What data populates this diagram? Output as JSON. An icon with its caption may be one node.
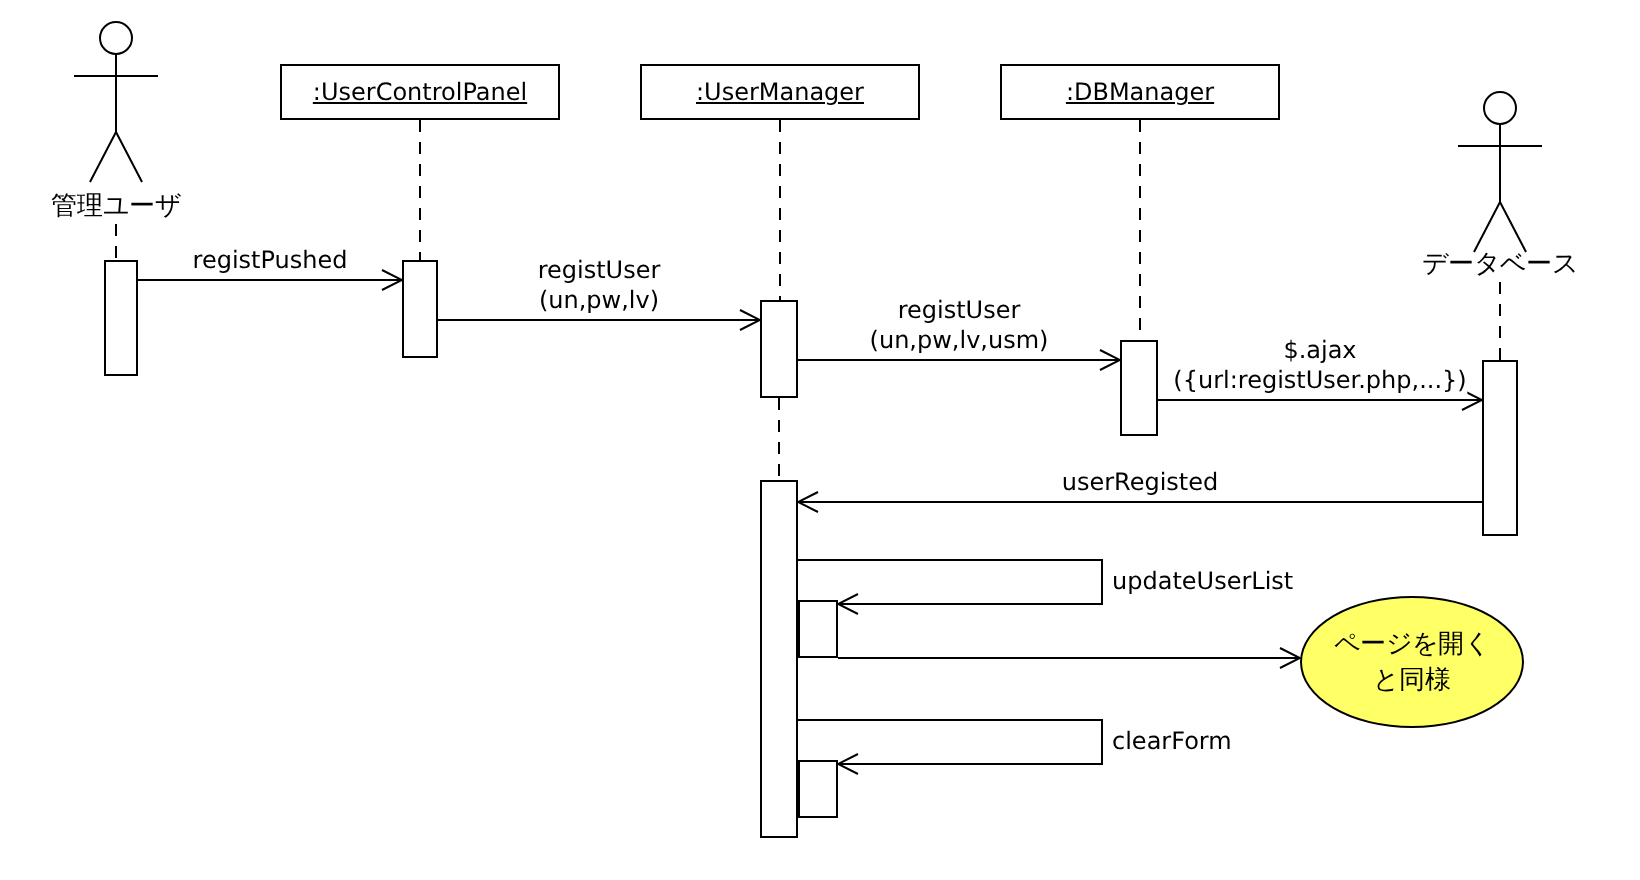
{
  "diagram": {
    "nodes": [
      {
        "text": [
          "管理ユーザ"
        ]
      },
      {
        "text": [
          ":UserControlPanel"
        ]
      },
      {
        "text": [
          ":UserManager"
        ]
      },
      {
        "text": [
          ":DBManager"
        ]
      },
      {
        "text": [
          "データベース"
        ]
      },
      {
        "text": [],
        "shape": "bar"
      },
      {
        "text": [],
        "shape": "bar"
      },
      {
        "text": [],
        "shape": "bar"
      },
      {
        "text": [],
        "shape": "bar"
      },
      {
        "text": [],
        "shape": "bar"
      },
      {
        "text": [],
        "shape": "bar"
      },
      {
        "text": [],
        "shape": "bar"
      },
      {
        "text": [],
        "shape": "bar"
      },
      {
        "text": [
          "ページを開くと同様"
        ]
      }
    ],
    "edges": [
      {
        "from": 0,
        "to": 5,
        "arrow": "none",
        "style": "dashed"
      },
      {
        "from": 1,
        "to": 6,
        "arrow": "none",
        "style": "dashed"
      },
      {
        "from": 2,
        "to": 7,
        "arrow": "none",
        "style": "dashed"
      },
      {
        "from": 7,
        "to": 10,
        "arrow": "none",
        "style": "dashed"
      },
      {
        "from": 3,
        "to": 8,
        "arrow": "none",
        "style": "dashed"
      },
      {
        "from": 4,
        "to": 9,
        "arrow": "none",
        "style": "dashed"
      },
      {
        "from": 5,
        "to": 6,
        "arrow": "to",
        "label": "registPushed"
      },
      {
        "from": 6,
        "to": 7,
        "arrow": "to",
        "label": "registUser (un,pw,lv)"
      },
      {
        "from": 7,
        "to": 8,
        "arrow": "to",
        "label": "registUser (un,pw,lv,usm)"
      },
      {
        "from": 8,
        "to": 9,
        "arrow": "to",
        "label": "$.ajax ({url:registUser.php,...})"
      },
      {
        "from": 9,
        "to": 10,
        "arrow": "to",
        "label": "userRegisted"
      },
      {
        "from": 10,
        "to": 11,
        "arrow": "to",
        "label": "updateUserList"
      },
      {
        "from": 11,
        "to": 13,
        "arrow": "to"
      },
      {
        "from": 10,
        "to": 12,
        "arrow": "to",
        "label": "clearForm"
      }
    ]
  }
}
